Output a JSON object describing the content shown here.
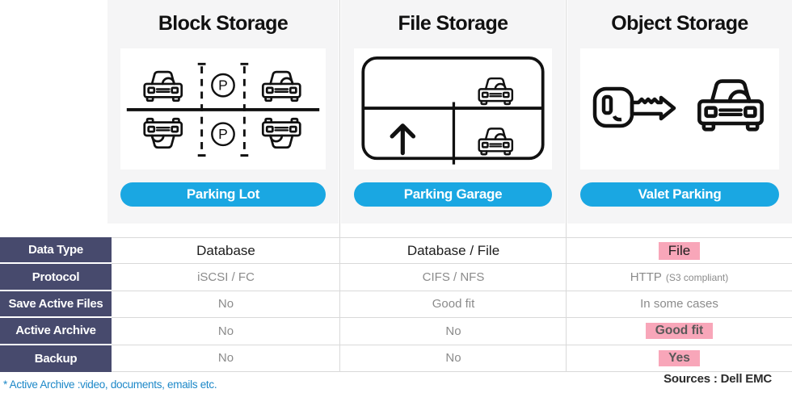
{
  "columns": [
    {
      "title": "Block Storage",
      "pill": "Parking Lot",
      "icon": "parking-lot-cars-icon"
    },
    {
      "title": "File Storage",
      "pill": "Parking Garage",
      "icon": "parking-garage-icon"
    },
    {
      "title": "Object Storage",
      "pill": "Valet Parking",
      "icon": "valet-key-car-icon"
    }
  ],
  "table": {
    "rows": [
      {
        "label": "Data Type",
        "cells": [
          {
            "text": "Database"
          },
          {
            "text": "Database / File"
          },
          {
            "text": "File",
            "highlight": true
          }
        ]
      },
      {
        "label": "Protocol",
        "cells": [
          {
            "text": "iSCSI / FC"
          },
          {
            "text": "CIFS / NFS"
          },
          {
            "text": "HTTP",
            "suffix": "(S3 compliant)"
          }
        ]
      },
      {
        "label": "Save Active Files",
        "cells": [
          {
            "text": "No"
          },
          {
            "text": "Good fit"
          },
          {
            "text": "In some cases"
          }
        ]
      },
      {
        "label": "Active Archive",
        "cells": [
          {
            "text": "No"
          },
          {
            "text": "No"
          },
          {
            "text": "Good fit",
            "highlight": true,
            "bold": true
          }
        ]
      },
      {
        "label": "Backup",
        "cells": [
          {
            "text": "No"
          },
          {
            "text": "No"
          },
          {
            "text": "Yes",
            "highlight": true,
            "bold": true
          }
        ]
      }
    ]
  },
  "footnote": "* Active Archive :video, documents, emails etc.",
  "sources": "Sources : Dell EMC",
  "colors": {
    "pill_blue": "#1aa7e2",
    "header_navy": "#474a6d",
    "highlight_pink": "#f8a6b9",
    "footnote_blue": "#1d88c8",
    "panel_gray": "#f5f5f6",
    "divider_gray": "#d9d9d9"
  }
}
